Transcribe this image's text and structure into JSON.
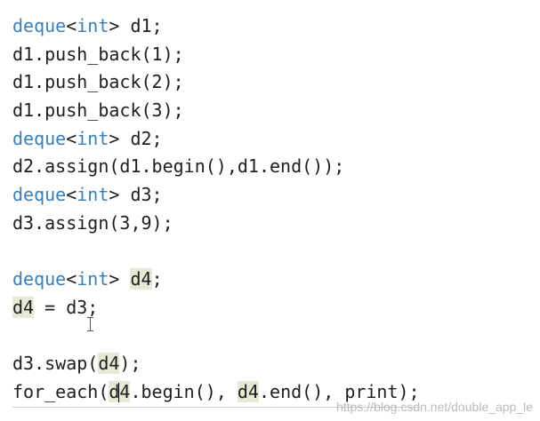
{
  "code": {
    "lines": [
      {
        "tokens": [
          {
            "text": "deque",
            "kind": "type"
          },
          {
            "text": "<",
            "kind": "plain"
          },
          {
            "text": "int",
            "kind": "type"
          },
          {
            "text": "> d1;",
            "kind": "plain"
          }
        ]
      },
      {
        "tokens": [
          {
            "text": "d1.push_back(1);",
            "kind": "plain"
          }
        ]
      },
      {
        "tokens": [
          {
            "text": "d1.push_back(2);",
            "kind": "plain"
          }
        ]
      },
      {
        "tokens": [
          {
            "text": "d1.push_back(3);",
            "kind": "plain"
          }
        ]
      },
      {
        "tokens": [
          {
            "text": "deque",
            "kind": "type"
          },
          {
            "text": "<",
            "kind": "plain"
          },
          {
            "text": "int",
            "kind": "type"
          },
          {
            "text": "> d2;",
            "kind": "plain"
          }
        ]
      },
      {
        "tokens": [
          {
            "text": "d2.assign(d1.begin(),d1.end());",
            "kind": "plain"
          }
        ]
      },
      {
        "tokens": [
          {
            "text": "deque",
            "kind": "type"
          },
          {
            "text": "<",
            "kind": "plain"
          },
          {
            "text": "int",
            "kind": "type"
          },
          {
            "text": "> d3;",
            "kind": "plain"
          }
        ]
      },
      {
        "tokens": [
          {
            "text": "d3.assign(3,9);",
            "kind": "plain"
          }
        ]
      },
      {
        "tokens": []
      },
      {
        "tokens": [
          {
            "text": "deque",
            "kind": "type"
          },
          {
            "text": "<",
            "kind": "plain"
          },
          {
            "text": "int",
            "kind": "type"
          },
          {
            "text": "> ",
            "kind": "plain"
          },
          {
            "text": "d4",
            "kind": "highlight"
          },
          {
            "text": ";",
            "kind": "plain"
          }
        ]
      },
      {
        "tokens": [
          {
            "text": "d4",
            "kind": "highlight"
          },
          {
            "text": " = d3;",
            "kind": "plain"
          }
        ]
      },
      {
        "tokens": []
      },
      {
        "tokens": [
          {
            "text": "d3.swap(",
            "kind": "plain"
          },
          {
            "text": "d4",
            "kind": "highlight"
          },
          {
            "text": ");",
            "kind": "plain"
          }
        ]
      },
      {
        "caret_line": true,
        "tokens": [
          {
            "text": "for_each(",
            "kind": "plain"
          },
          {
            "text": "d",
            "kind": "highlight"
          },
          {
            "kind": "caret"
          },
          {
            "text": "4",
            "kind": "highlight"
          },
          {
            "text": ".begin(), ",
            "kind": "plain"
          },
          {
            "text": "d4",
            "kind": "highlight"
          },
          {
            "text": ".end(), print);",
            "kind": "plain"
          }
        ]
      }
    ]
  },
  "colors": {
    "type_keyword": "#3a7fb5",
    "highlight_bg": "#e7e8d6",
    "text": "#1e1e1e",
    "background": "#ffffff"
  },
  "watermark": "https://blog.csdn.net/double_app_le"
}
